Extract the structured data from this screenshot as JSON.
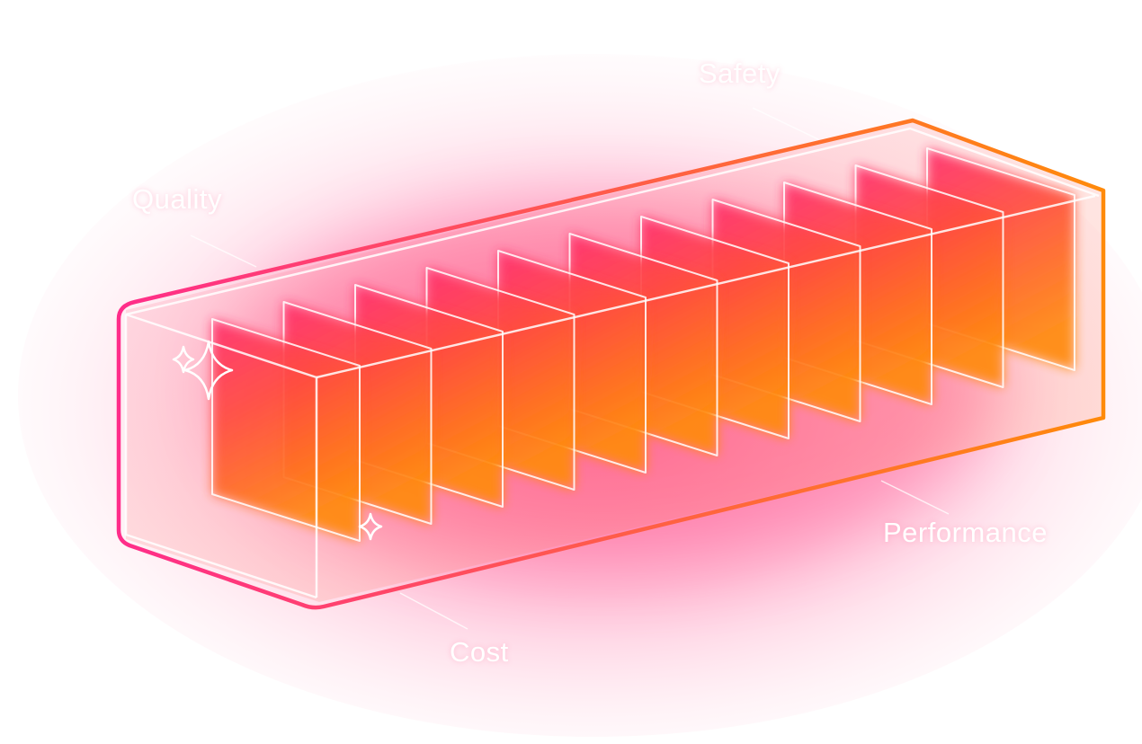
{
  "labels": {
    "safety": "Safety",
    "quality": "Quality",
    "performance": "Performance",
    "cost": "Cost"
  },
  "colors": {
    "outline_start": "#ff2d8a",
    "outline_end": "#ff8a0a",
    "panel_top": "#ff3d7a",
    "panel_mid": "#ff5a3c",
    "panel_bottom": "#ff8a14",
    "glow": "#ff5c9a",
    "label": "#ffffff"
  },
  "icons": [
    "sparkle-icon"
  ]
}
